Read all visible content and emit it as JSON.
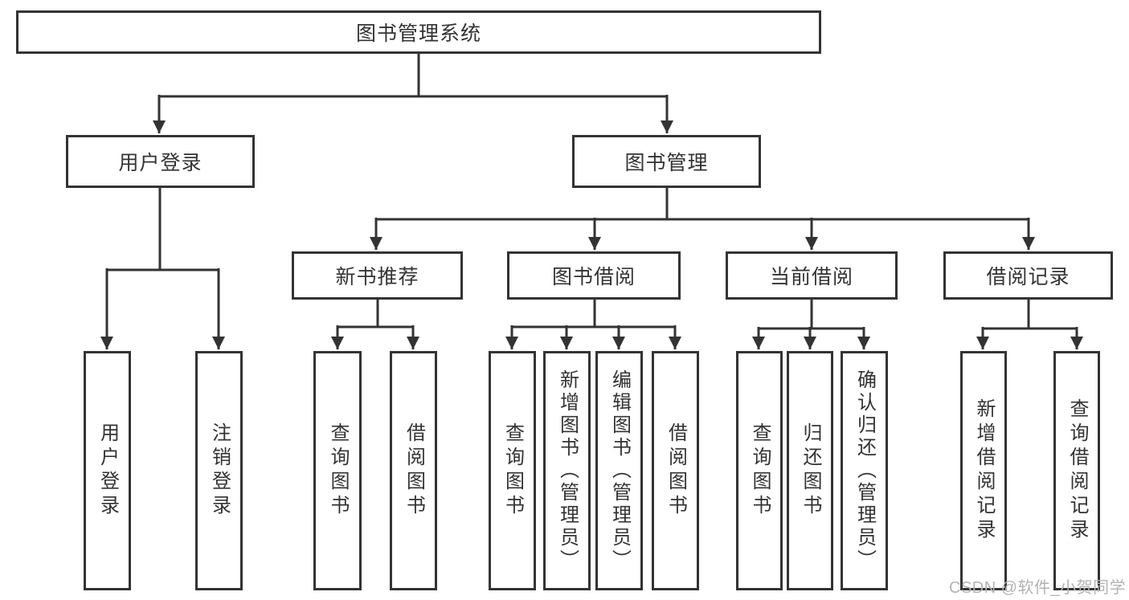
{
  "diagram_title": "图书管理系统",
  "nodes": {
    "root": "图书管理系统",
    "user_login": "用户登录",
    "book_mgmt": "图书管理",
    "new_book_rec": "新书推荐",
    "book_borrow": "图书借阅",
    "current_borrow": "当前借阅",
    "borrow_record": "借阅记录",
    "leaf_user_login": "用户登录",
    "leaf_logout": "注销登录",
    "leaf_query_book_1": "查询图书",
    "leaf_borrow_book_1": "借阅图书",
    "leaf_query_book_2": "查询图书",
    "leaf_add_book": "新增图书（管理员）",
    "leaf_edit_book": "编辑图书（管理员）",
    "leaf_borrow_book_2": "借阅图书",
    "leaf_query_book_3": "查询图书",
    "leaf_return_book": "归还图书",
    "leaf_confirm_return": "确认归还（管理员）",
    "leaf_add_borrow_record": "新增借阅记录",
    "leaf_query_borrow_record": "查询借阅记录"
  },
  "edges": [
    [
      "root",
      "user_login"
    ],
    [
      "root",
      "book_mgmt"
    ],
    [
      "user_login",
      "leaf_user_login"
    ],
    [
      "user_login",
      "leaf_logout"
    ],
    [
      "book_mgmt",
      "new_book_rec"
    ],
    [
      "book_mgmt",
      "book_borrow"
    ],
    [
      "book_mgmt",
      "current_borrow"
    ],
    [
      "book_mgmt",
      "borrow_record"
    ],
    [
      "new_book_rec",
      "leaf_query_book_1"
    ],
    [
      "new_book_rec",
      "leaf_borrow_book_1"
    ],
    [
      "book_borrow",
      "leaf_query_book_2"
    ],
    [
      "book_borrow",
      "leaf_add_book"
    ],
    [
      "book_borrow",
      "leaf_edit_book"
    ],
    [
      "book_borrow",
      "leaf_borrow_book_2"
    ],
    [
      "current_borrow",
      "leaf_query_book_3"
    ],
    [
      "current_borrow",
      "leaf_return_book"
    ],
    [
      "current_borrow",
      "leaf_confirm_return"
    ],
    [
      "borrow_record",
      "leaf_add_borrow_record"
    ],
    [
      "borrow_record",
      "leaf_query_borrow_record"
    ]
  ],
  "watermark": "CSDN @软件_小贺同学",
  "colors": {
    "line": "#333333",
    "box_border": "#333333",
    "text": "#333333",
    "watermark": "#b3b3b3",
    "background": "#ffffff"
  }
}
